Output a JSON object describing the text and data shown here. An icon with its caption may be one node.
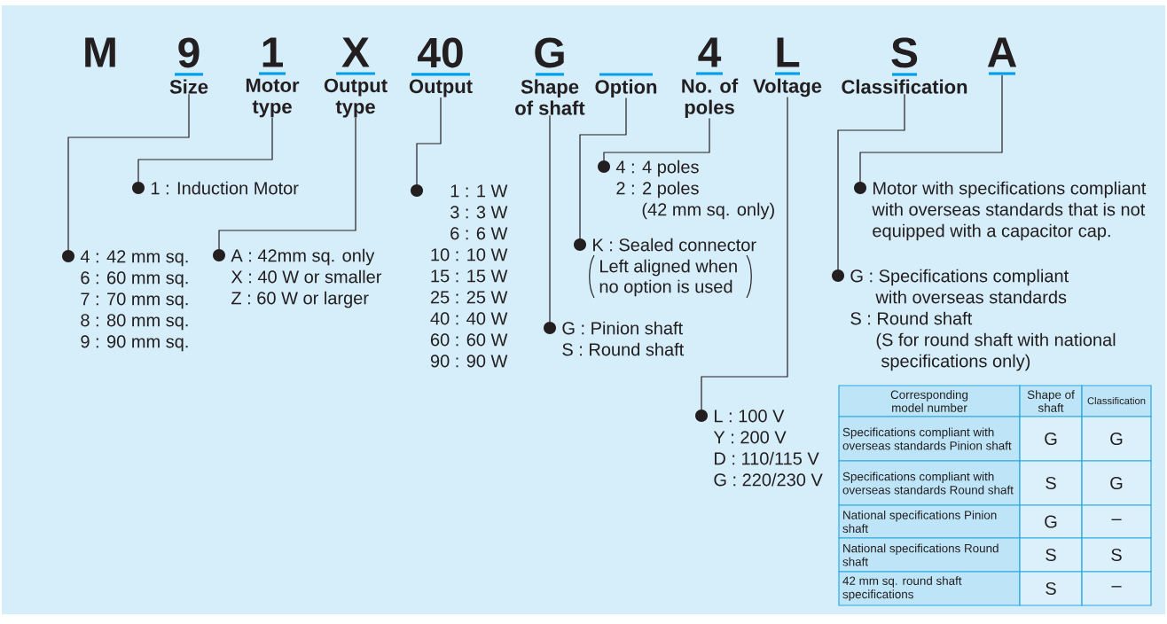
{
  "diagram": {
    "nodes": [
      {
        "text": [
          "M"
        ]
      },
      {
        "text": [
          "9",
          "Size"
        ]
      },
      {
        "text": [
          "1",
          "Motor type"
        ]
      },
      {
        "text": [
          "X",
          "Output type"
        ]
      },
      {
        "text": [
          "40",
          "Output"
        ]
      },
      {
        "text": [
          "G",
          "Shape of shaft"
        ]
      },
      {
        "text": [
          "Option"
        ]
      },
      {
        "text": [
          "4",
          "No. of poles"
        ]
      },
      {
        "text": [
          "L",
          "Voltage"
        ]
      },
      {
        "text": [
          "S",
          "Classification"
        ]
      },
      {
        "text": [
          "A"
        ]
      },
      {
        "text": [
          "4 : 42 mm sq.",
          "6 : 60 mm sq.",
          "7 : 70 mm sq.",
          "8 : 80 mm sq.",
          "9 : 90 mm sq."
        ]
      },
      {
        "text": [
          "1 : Induction Motor"
        ]
      },
      {
        "text": [
          "A : 42mm sq. only",
          "X : 40 W or smaller",
          "Z : 60 W or larger"
        ]
      },
      {
        "text": [
          "1 : 1 W",
          "3 : 3 W",
          "6 : 6 W",
          "10 : 10 W",
          "15 : 15 W",
          "25 : 25 W",
          "40 : 40 W",
          "60 : 60 W",
          "90 : 90 W"
        ]
      },
      {
        "text": [
          "G : Pinion shaft",
          "S : Round shaft"
        ]
      },
      {
        "text": [
          "K : Sealed connector",
          "Left aligned when no option is used"
        ]
      },
      {
        "text": [
          "4 : 4 poles",
          "2 : 2 poles",
          "(42 mm sq. only)"
        ]
      },
      {
        "text": [
          "L : 100 V",
          "Y : 200 V",
          "D : 110/115 V",
          "G : 220/230 V"
        ]
      },
      {
        "text": [
          "G : Specifications compliant with overseas standards",
          "S : Round shaft",
          "(S for round shaft with national specifications only)"
        ]
      },
      {
        "text": [
          "Motor with specifications compliant with overseas standards that is not equipped with a capacitor cap."
        ]
      }
    ],
    "edges": [
      {
        "from": 1,
        "to": 11,
        "arrow": "other"
      },
      {
        "from": 2,
        "to": 12,
        "arrow": "other"
      },
      {
        "from": 3,
        "to": 13,
        "arrow": "other"
      },
      {
        "from": 4,
        "to": 14,
        "arrow": "other"
      },
      {
        "from": 5,
        "to": 15,
        "arrow": "other"
      },
      {
        "from": 6,
        "to": 16,
        "arrow": "other"
      },
      {
        "from": 7,
        "to": 17,
        "arrow": "other"
      },
      {
        "from": 8,
        "to": 18,
        "arrow": "other"
      },
      {
        "from": 9,
        "to": 19,
        "arrow": "other"
      },
      {
        "from": 10,
        "to": 20,
        "arrow": "other"
      }
    ],
    "labels": [
      "Corresponding model number",
      "Shape of shaft",
      "Classification",
      "Specifications compliant with overseas standards Pinion shaft",
      "G",
      "G",
      "Specifications compliant with overseas standards Round shaft",
      "S",
      "G",
      "National specifications Pinion shaft",
      "G",
      "–",
      "National specifications Round shaft",
      "S",
      "S",
      "42 mm sq. round shaft specifications",
      "S",
      "–"
    ]
  }
}
